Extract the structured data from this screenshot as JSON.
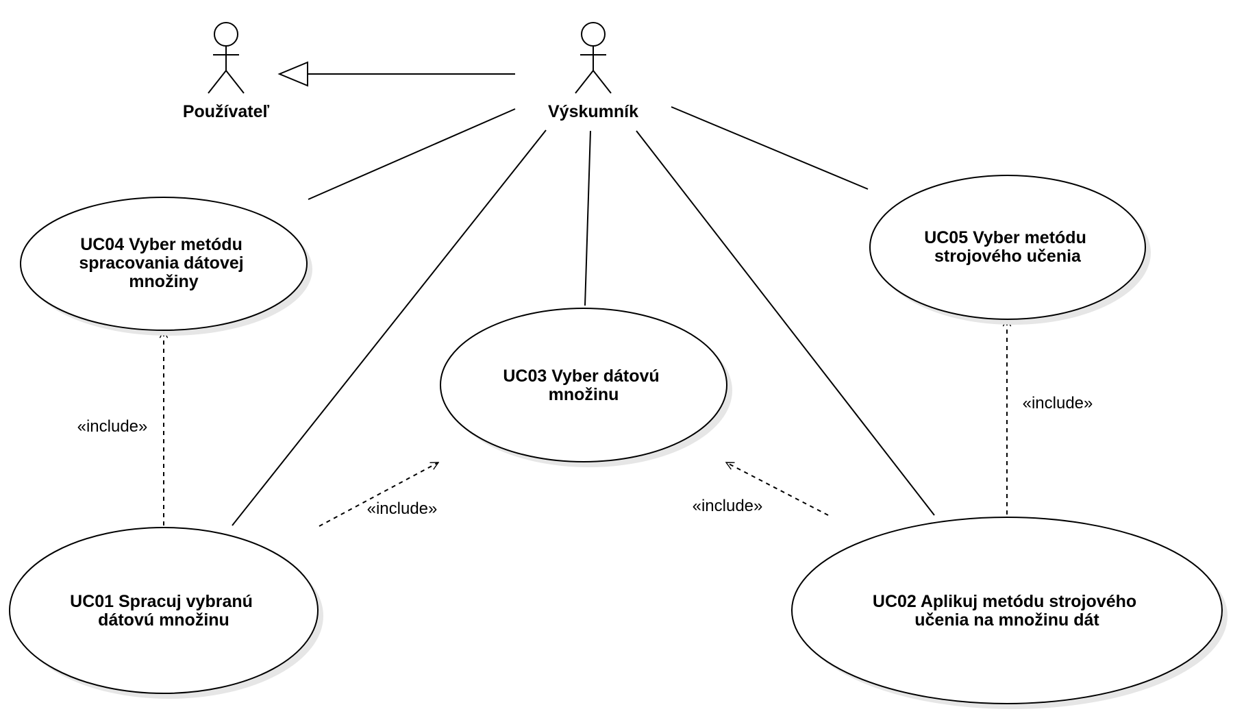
{
  "actors": [
    {
      "id": "pouzivatel",
      "label": "Používateľ"
    },
    {
      "id": "vyskumnik",
      "label": "Výskumník"
    }
  ],
  "use_cases": [
    {
      "id": "uc04",
      "lines": [
        "UC04 Vyber metódu",
        "spracovania dátovej",
        "množiny"
      ]
    },
    {
      "id": "uc03",
      "lines": [
        "UC03 Vyber dátovú",
        "množinu"
      ]
    },
    {
      "id": "uc05",
      "lines": [
        "UC05 Vyber metódu",
        "strojového učenia"
      ]
    },
    {
      "id": "uc01",
      "lines": [
        "UC01 Spracuj vybranú",
        "dátovú množinu"
      ]
    },
    {
      "id": "uc02",
      "lines": [
        "UC02 Aplikuj metódu strojového",
        "učenia na množinu dát"
      ]
    }
  ],
  "relations": [
    {
      "type": "generalization",
      "from": "vyskumnik",
      "to": "pouzivatel"
    },
    {
      "type": "association",
      "from": "vyskumnik",
      "to": "uc04"
    },
    {
      "type": "association",
      "from": "vyskumnik",
      "to": "uc01"
    },
    {
      "type": "association",
      "from": "vyskumnik",
      "to": "uc03"
    },
    {
      "type": "association",
      "from": "vyskumnik",
      "to": "uc02"
    },
    {
      "type": "association",
      "from": "vyskumnik",
      "to": "uc05"
    },
    {
      "type": "include",
      "from": "uc01",
      "to": "uc04",
      "label": "«include»"
    },
    {
      "type": "include",
      "from": "uc01",
      "to": "uc03",
      "label": "«include»"
    },
    {
      "type": "include",
      "from": "uc02",
      "to": "uc03",
      "label": "«include»"
    },
    {
      "type": "include",
      "from": "uc02",
      "to": "uc05",
      "label": "«include»"
    }
  ]
}
